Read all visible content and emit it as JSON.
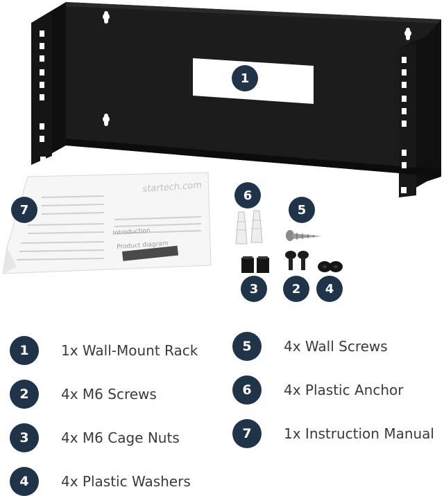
{
  "callouts": {
    "rack": "1",
    "manual": "7",
    "anchors": "6",
    "wall_screws": "5",
    "cage_nuts": "3",
    "m6_screws": "2",
    "washers": "4"
  },
  "manual": {
    "brand": "startech.com",
    "heading_1": "Introduction",
    "heading_2": "Product diagram"
  },
  "legend": {
    "left": [
      {
        "number": "1",
        "text": "1x Wall-Mount Rack"
      },
      {
        "number": "2",
        "text": "4x M6 Screws"
      },
      {
        "number": "3",
        "text": "4x M6 Cage Nuts"
      },
      {
        "number": "4",
        "text": "4x Plastic Washers"
      }
    ],
    "right": [
      {
        "number": "5",
        "text": "4x Wall Screws"
      },
      {
        "number": "6",
        "text": "4x Plastic Anchor"
      },
      {
        "number": "7",
        "text": "1x Instruction Manual"
      }
    ]
  },
  "colors": {
    "badge": "#1f3349",
    "rack": "#161616",
    "legend_text": "#3a3a3a"
  }
}
